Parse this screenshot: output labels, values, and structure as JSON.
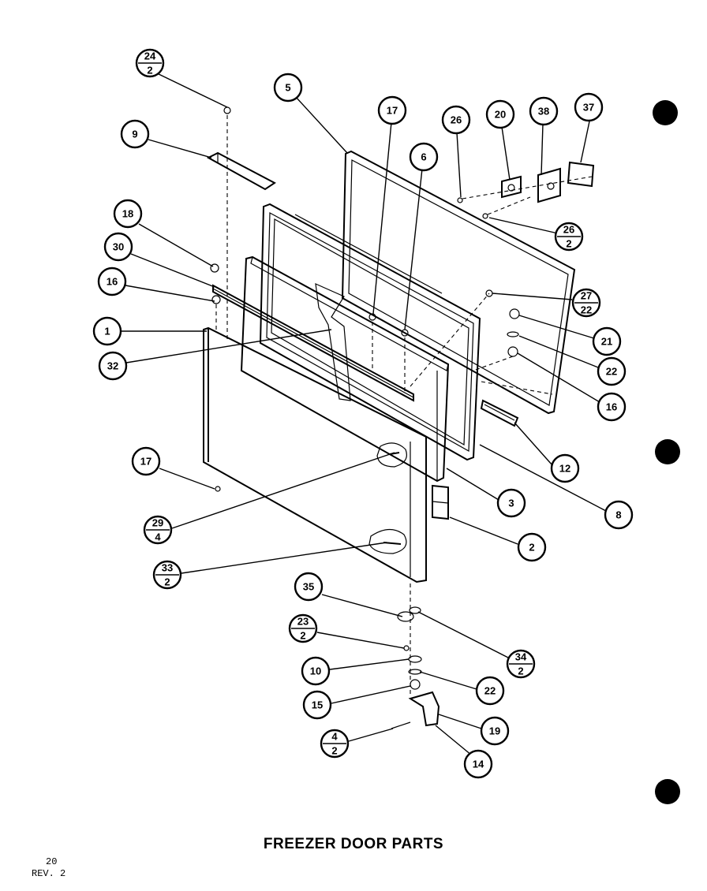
{
  "title": "FREEZER DOOR PARTS",
  "page_number": "20",
  "revision": "REV. 2",
  "callouts": [
    {
      "id": "24-2",
      "label": "24",
      "qty": "2"
    },
    {
      "id": "9",
      "label": "9"
    },
    {
      "id": "5",
      "label": "5"
    },
    {
      "id": "17a",
      "label": "17"
    },
    {
      "id": "6",
      "label": "6"
    },
    {
      "id": "26",
      "label": "26"
    },
    {
      "id": "20",
      "label": "20"
    },
    {
      "id": "38",
      "label": "38"
    },
    {
      "id": "37",
      "label": "37"
    },
    {
      "id": "26-2",
      "label": "26",
      "qty": "2"
    },
    {
      "id": "18",
      "label": "18"
    },
    {
      "id": "30",
      "label": "30"
    },
    {
      "id": "16a",
      "label": "16"
    },
    {
      "id": "1",
      "label": "1"
    },
    {
      "id": "32",
      "label": "32"
    },
    {
      "id": "27-22",
      "label": "27",
      "qty": "22"
    },
    {
      "id": "21",
      "label": "21"
    },
    {
      "id": "22a",
      "label": "22"
    },
    {
      "id": "16b",
      "label": "16"
    },
    {
      "id": "12",
      "label": "12"
    },
    {
      "id": "8",
      "label": "8"
    },
    {
      "id": "3",
      "label": "3"
    },
    {
      "id": "2",
      "label": "2"
    },
    {
      "id": "17b",
      "label": "17"
    },
    {
      "id": "29-4",
      "label": "29",
      "qty": "4"
    },
    {
      "id": "33-2",
      "label": "33",
      "qty": "2"
    },
    {
      "id": "35",
      "label": "35"
    },
    {
      "id": "23-2",
      "label": "23",
      "qty": "2"
    },
    {
      "id": "34-2",
      "label": "34",
      "qty": "2"
    },
    {
      "id": "10",
      "label": "10"
    },
    {
      "id": "22b",
      "label": "22"
    },
    {
      "id": "15",
      "label": "15"
    },
    {
      "id": "19",
      "label": "19"
    },
    {
      "id": "4-2",
      "label": "4",
      "qty": "2"
    },
    {
      "id": "14",
      "label": "14"
    }
  ]
}
